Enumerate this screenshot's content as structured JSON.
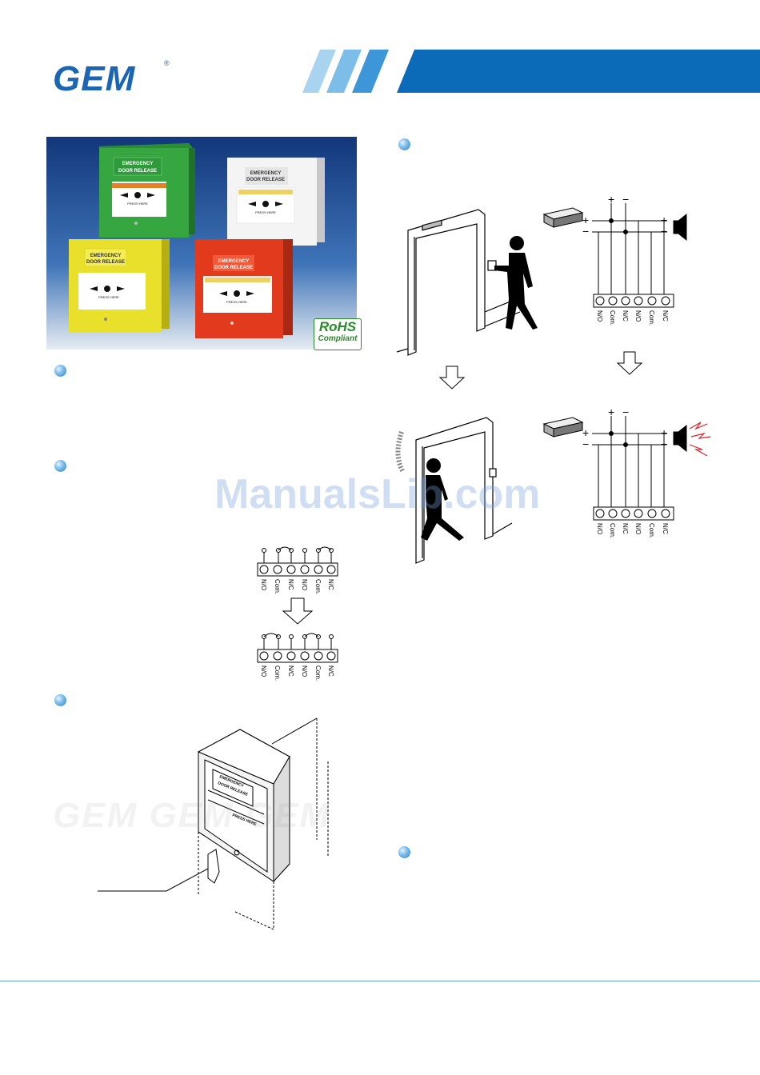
{
  "header": {
    "logo_text": "GEM",
    "logo_mark": "®",
    "brand_color": "#1a66b4",
    "banner_color": "#0b6bb8"
  },
  "photo": {
    "units": [
      {
        "label_line1": "EMERGENCY",
        "label_line2": "DOOR RELEASE",
        "press": "PRESS HERE",
        "color": "#2e9a3a"
      },
      {
        "label_line1": "EMERGENCY",
        "label_line2": "DOOR RELEASE",
        "press": "PRESS HERE",
        "color": "#f2f2f2"
      },
      {
        "label_line1": "EMERGENCY",
        "label_line2": "DOOR RELEASE",
        "press": "PRESS HERE",
        "color": "#e8e02a"
      },
      {
        "label_line1": "EMERGENCY",
        "label_line2": "DOOR RELEASE",
        "press": "PRESS HERE",
        "color": "#e23a1c"
      }
    ],
    "rohs_top": "RoHS",
    "rohs_bottom": "Compliant"
  },
  "terminals": [
    "N/O",
    "Com.",
    "N/C",
    "N/O",
    "Com.",
    "N/C"
  ],
  "wiring": {
    "plus": "+",
    "minus": "−"
  },
  "drawing": {
    "label_line1": "EMERGENCY",
    "label_line2": "DOOR RELEASE",
    "press": "PRESS HERE"
  },
  "watermark": "ManualsLib.com",
  "watermark_logo": "GEM GEM GEM"
}
